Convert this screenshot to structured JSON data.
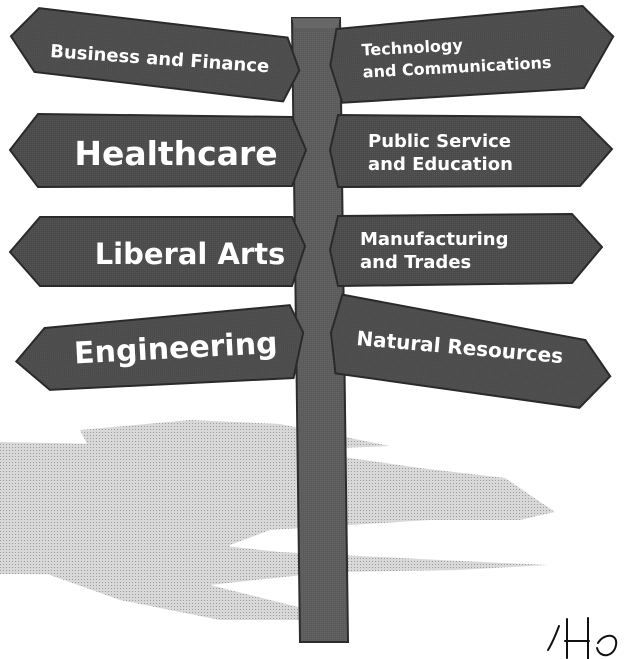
{
  "signpost": {
    "left_signs": [
      {
        "label": "Business and Finance"
      },
      {
        "label": "Healthcare"
      },
      {
        "label": "Liberal Arts"
      },
      {
        "label": "Engineering"
      }
    ],
    "right_signs": [
      {
        "line1": "Technology",
        "line2": "and Communications"
      },
      {
        "line1": "Public Service",
        "line2": "and Education"
      },
      {
        "line1": "Manufacturing",
        "line2": "and Trades"
      },
      {
        "line1": "Natural Resources",
        "line2": ""
      }
    ]
  },
  "colors": {
    "sign_fill": "#4a4a4a",
    "sign_edge": "#2b2b2b",
    "post_fill": "#5a5a5a",
    "shadow": "#bcbcbc",
    "text": "#ffffff"
  }
}
